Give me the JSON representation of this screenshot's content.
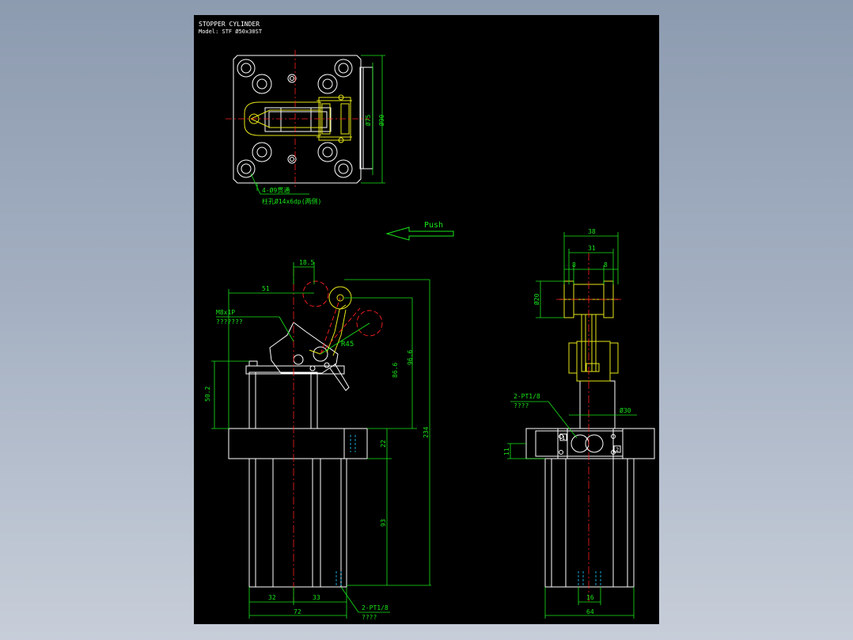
{
  "drawing": {
    "title": "STOPPER CYLINDER",
    "model": "Model: STF Ø50x30ST"
  },
  "colors": {
    "background": "#000000",
    "outline": "#ffffff",
    "dimension": "#19e619",
    "center_line": "#ff2020",
    "hidden_line": "#19b4e6",
    "roller": "#e6e619"
  },
  "top_view": {
    "dim_height_inner": "Ø75",
    "dim_height_outer": "Ø90",
    "note_line1": "4-Ø9贯通",
    "note_line2": "柱孔Ø14x6dp(两侧)"
  },
  "push": {
    "label": "Push"
  },
  "front_view": {
    "dim_18_5": "18.5",
    "dim_51": "51",
    "thread_label": "M8x1P",
    "thread_note": "???????",
    "dim_R45": "R45",
    "dim_50_2": "50.2",
    "dim_86_6": "86.6",
    "dim_96_6": "96.6",
    "dim_234": "234",
    "dim_22": "22",
    "dim_93": "93",
    "dim_32": "32",
    "dim_33": "33",
    "dim_72": "72",
    "port_label": "2-PT1/8",
    "port_note": "????"
  },
  "side_view": {
    "dim_38": "38",
    "dim_31": "31",
    "dim_8_left": "8",
    "dim_8_right": "8",
    "dim_phi20": "Ø20",
    "port_label": "2-PT1/8",
    "port_note": "????",
    "dim_phi30": "Ø30",
    "dim_11": "11",
    "dim_16": "16",
    "dim_64": "64",
    "port_mark_1": "1",
    "port_mark_2": "2"
  }
}
